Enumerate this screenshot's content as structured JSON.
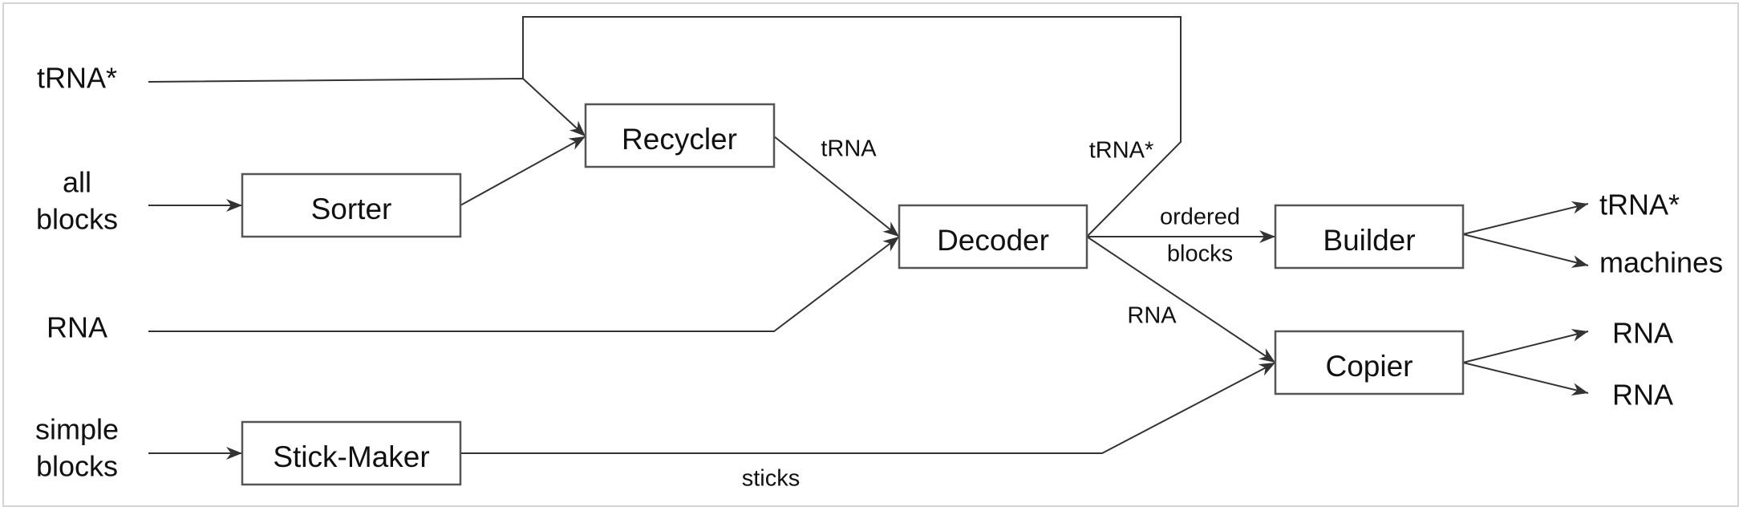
{
  "nodes": {
    "recycler": "Recycler",
    "sorter": "Sorter",
    "decoder": "Decoder",
    "builder": "Builder",
    "copier": "Copier",
    "stick_maker": "Stick-Maker"
  },
  "inputs": {
    "trna_star": "tRNA*",
    "all_blocks_1": "all",
    "all_blocks_2": "blocks",
    "rna": "RNA",
    "simple_blocks_1": "simple",
    "simple_blocks_2": "blocks"
  },
  "outputs": {
    "trna_star": "tRNA*",
    "machines": "machines",
    "rna_1": "RNA",
    "rna_2": "RNA"
  },
  "edge_labels": {
    "trna": "tRNA",
    "trna_star": "tRNA*",
    "ordered_1": "ordered",
    "ordered_2": "blocks",
    "rna": "RNA",
    "sticks": "sticks"
  }
}
